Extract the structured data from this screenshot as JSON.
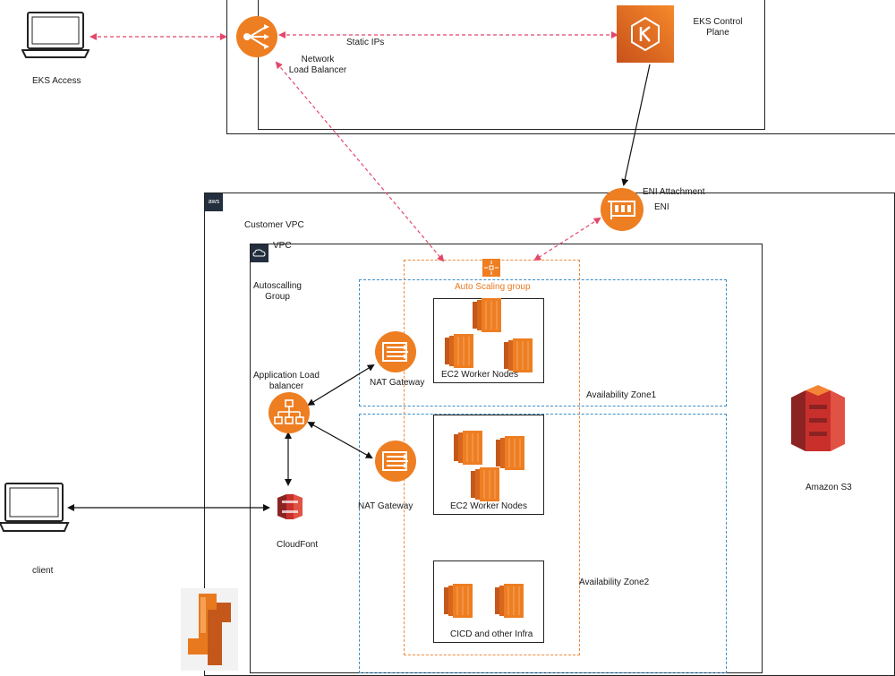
{
  "labels": {
    "eks_access": "EKS Access",
    "static_ips": "Static IPs",
    "network_lb_line1": "Network",
    "network_lb_line2": "Load Balancer",
    "eks_control_line1": "EKS Control",
    "eks_control_line2": "Plane",
    "eni_attachment": "ENI Attachment",
    "eni": "ENI",
    "aws_badge": "aws",
    "customer_vpc": "Customer VPC",
    "vpc": "VPC",
    "autoscaling_line1": "Autoscalling",
    "autoscaling_line2": "Group",
    "auto_scaling_group": "Auto Scaling group",
    "nat_gateway_1": "NAT Gateway",
    "nat_gateway_2": "NAT Gateway",
    "alb_line1": "Application Load",
    "alb_line2": "balancer",
    "ec2_nodes_1": "EC2 Worker Nodes",
    "ec2_nodes_2": "EC2 Worker Nodes",
    "cicd": "CICD and other Infra",
    "az1": "Availability Zone1",
    "az2": "Availability Zone2",
    "amazon_s3": "Amazon S3",
    "cloudfront": "CloudFont",
    "client": "client"
  },
  "colors": {
    "orange": "#ee7e22",
    "orange_dark": "#c4581a",
    "s3_red": "#c9302c",
    "dashed_pink": "#e2486c",
    "az_blue": "#3d8ec7",
    "asg_orange": "#f0893c"
  },
  "icons": {
    "laptop": "laptop-icon",
    "nlb": "network-load-balancer-icon",
    "eks": "eks-icon",
    "eni": "eni-icon",
    "nat": "nat-gateway-icon",
    "alb": "application-load-balancer-icon",
    "ec2": "ec2-instance-icon",
    "s3": "s3-bucket-icon",
    "cloudfront": "cloudfront-icon",
    "asg": "auto-scaling-icon"
  }
}
